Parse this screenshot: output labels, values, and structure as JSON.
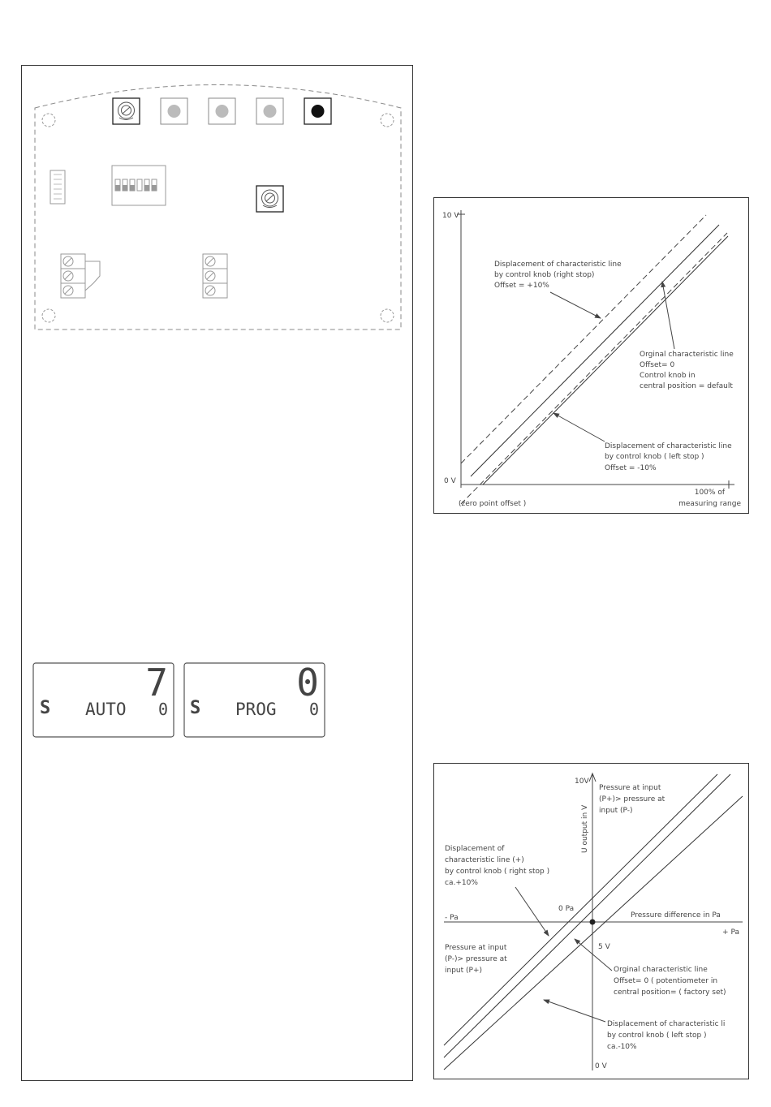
{
  "board": {
    "dip_switch_count": 6
  },
  "displays": [
    {
      "brand_glyph": "S",
      "value": "7",
      "mode": "AUTO",
      "indicator": "0"
    },
    {
      "brand_glyph": "S",
      "value": "0",
      "mode": "PROG",
      "indicator": "0"
    }
  ],
  "chart1": {
    "y_top": "10 V",
    "y_bottom": "0 V",
    "x_left_note": "(zero point offset )",
    "x_right_1": "100% of",
    "x_right_2": "measuring range",
    "note_plus": [
      "Displacement of characteristic line",
      "by control knob (right stop)",
      "Offset = +10%"
    ],
    "note_orig": [
      "Orginal characteristic line",
      "Offset= 0",
      "Control knob in",
      "central position = default"
    ],
    "note_minus": [
      "Displacement of characteristic line",
      "by control knob ( left stop )",
      "Offset = -10%"
    ]
  },
  "chart2": {
    "y_top": "10V",
    "y_axis_label": "U output in V",
    "y_bottom": "0 V",
    "origin_x_label": "0 Pa",
    "origin_y_label": "5 V",
    "x_left": "- Pa",
    "x_axis_label": "Pressure difference in Pa",
    "x_right": "+ Pa",
    "note_top_right": [
      "Pressure at input",
      "(P+)> pressure at",
      "input (P-)"
    ],
    "note_plus": [
      "Displacement of",
      "characteristic line (+)",
      "by control knob ( right stop )",
      "ca.+10%"
    ],
    "note_bottom_left": [
      "Pressure at input",
      "(P-)> pressure at",
      "input (P+)"
    ],
    "note_orig": [
      "Orginal characteristic line",
      "Offset= 0 ( potentiometer in",
      "central position= ( factory set)"
    ],
    "note_minus": [
      "Displacement of characteristic li",
      "by control knob ( left stop )",
      "ca.-10%"
    ]
  },
  "chart_data": [
    {
      "type": "line",
      "title": "",
      "xlabel": "",
      "ylabel": "",
      "x": [
        0,
        100
      ],
      "series": [
        {
          "values": [
            1,
            11
          ]
        },
        {
          "values": [
            0,
            10
          ]
        },
        {
          "values": [
            -1,
            9
          ]
        }
      ],
      "ylim": [
        0,
        10
      ]
    },
    {
      "type": "line",
      "title": "",
      "xlabel": "Pressure difference in Pa",
      "ylabel": "U output in V",
      "series": [
        {
          "values": [
            6,
            5,
            4
          ]
        }
      ],
      "ylim": [
        0,
        10
      ]
    }
  ]
}
